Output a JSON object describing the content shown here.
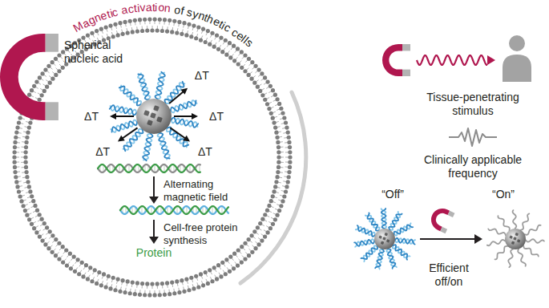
{
  "diagram": {
    "nodes": [
      {
        "text": [
          "Magnetic activation",
          "of synthetic cells"
        ]
      },
      {
        "text": [
          "Spherical nucleic acid"
        ],
        "in": 0
      }
    ],
    "labels": [
      "ΔT",
      "ΔT",
      "ΔT",
      "ΔT",
      "ΔT",
      "Alternating magnetic field",
      "Cell-free protein synthesis",
      "Protein",
      "Tissue-penetrating stimulus",
      "Clinically applicable frequency",
      "“Off”",
      "“On”",
      "Efficient off/on"
    ]
  }
}
